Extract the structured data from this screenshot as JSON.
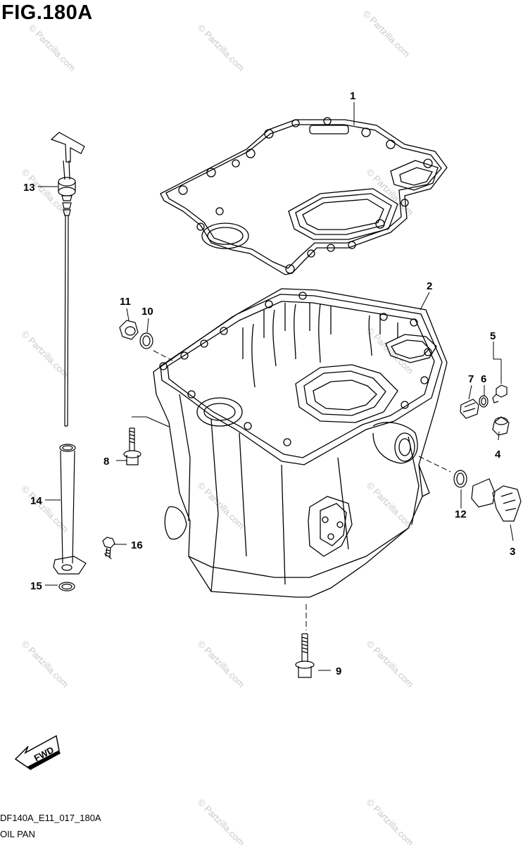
{
  "figure": {
    "title": "FIG.180A",
    "code": "DF140A_E11_017_180A",
    "name": "OIL PAN"
  },
  "callouts": [
    "1",
    "2",
    "3",
    "4",
    "5",
    "6",
    "7",
    "8",
    "9",
    "10",
    "11",
    "12",
    "13",
    "14",
    "15",
    "16"
  ],
  "direction_label": "FWD",
  "watermark": "© Partzilla.com"
}
